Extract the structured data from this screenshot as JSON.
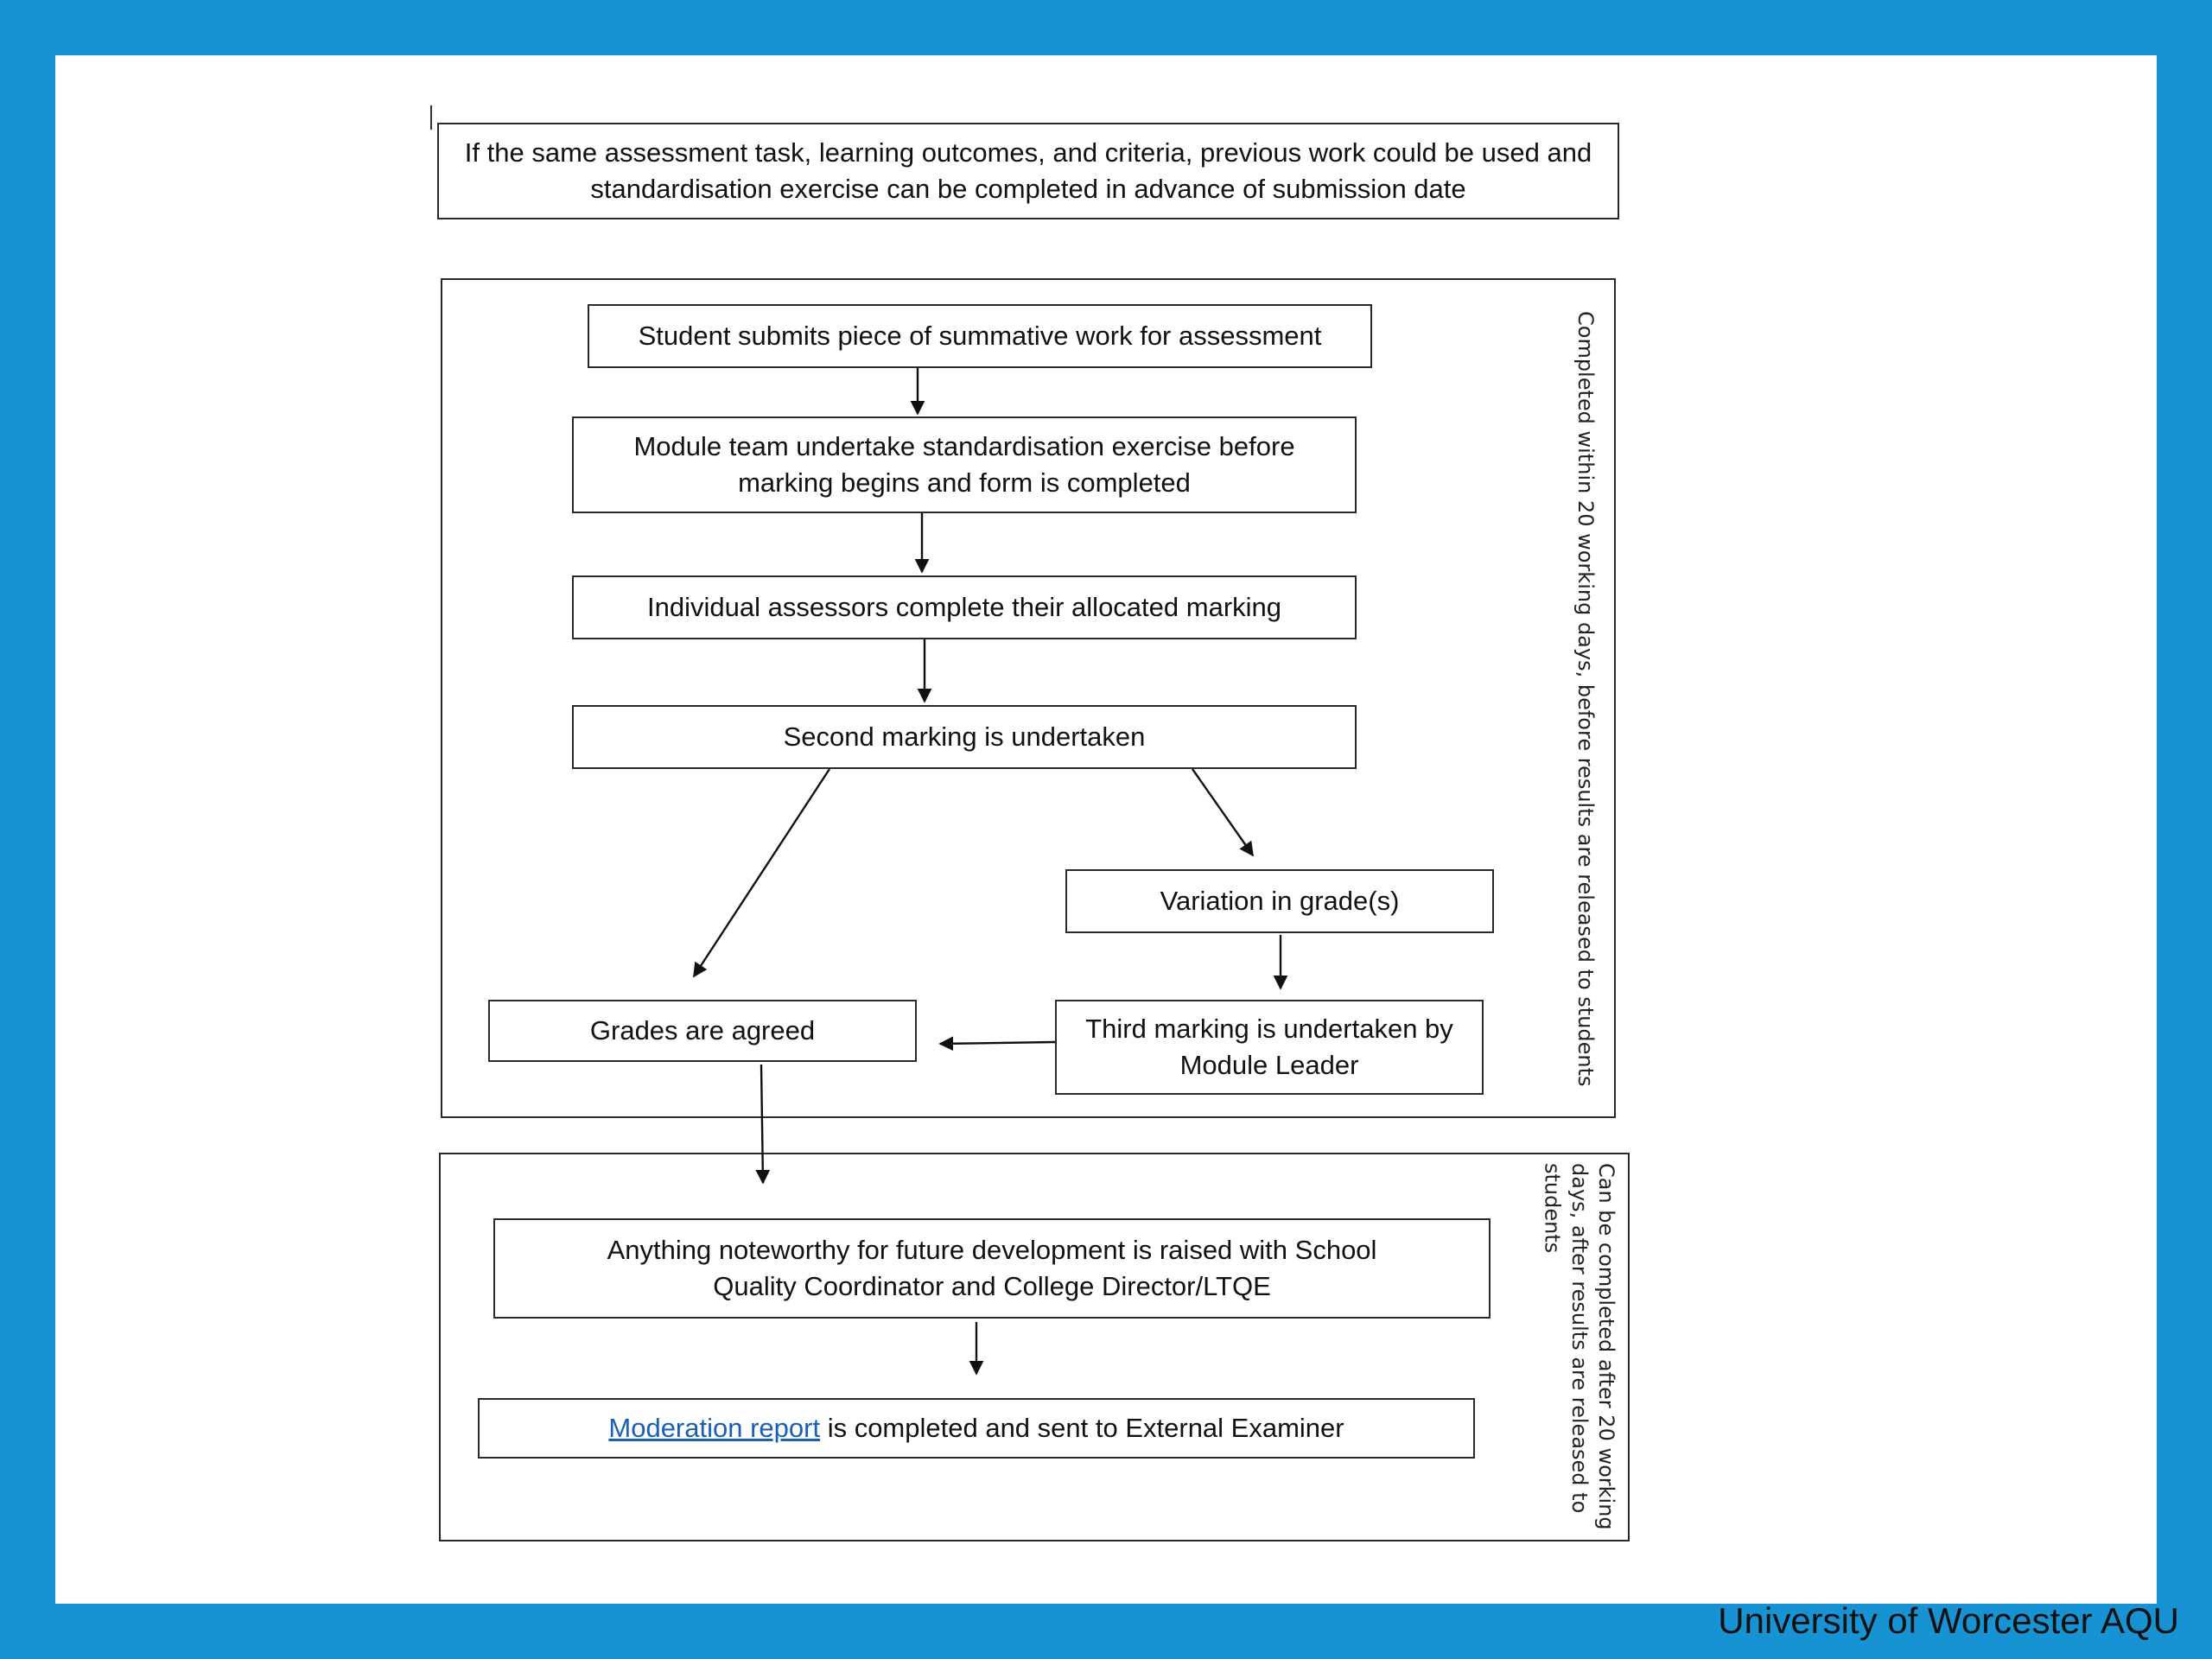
{
  "top_note": "If the same assessment task, learning outcomes, and criteria, previous work could be used and standardisation exercise can be completed in advance of submission date",
  "steps": {
    "submit": "Student submits piece of summative work for assessment",
    "standardisation": "Module team undertake standardisation exercise before marking begins and form is completed",
    "individual": "Individual assessors complete their allocated marking",
    "second": "Second marking is undertaken",
    "variation": "Variation in grade(s)",
    "agreed": "Grades are agreed",
    "third": "Third marking is undertaken by Module Leader",
    "noteworthy": "Anything noteworthy for future development is raised with School Quality Coordinator and College Director/LTQE",
    "moderation_link": "Moderation report",
    "moderation_rest": " is completed and sent to External Examiner"
  },
  "side_labels": {
    "within": "Completed within 20 working days, before results are released to students",
    "after": "Can be completed after 20 working days, after results are released to students"
  },
  "footer": "University of Worcester AQU"
}
